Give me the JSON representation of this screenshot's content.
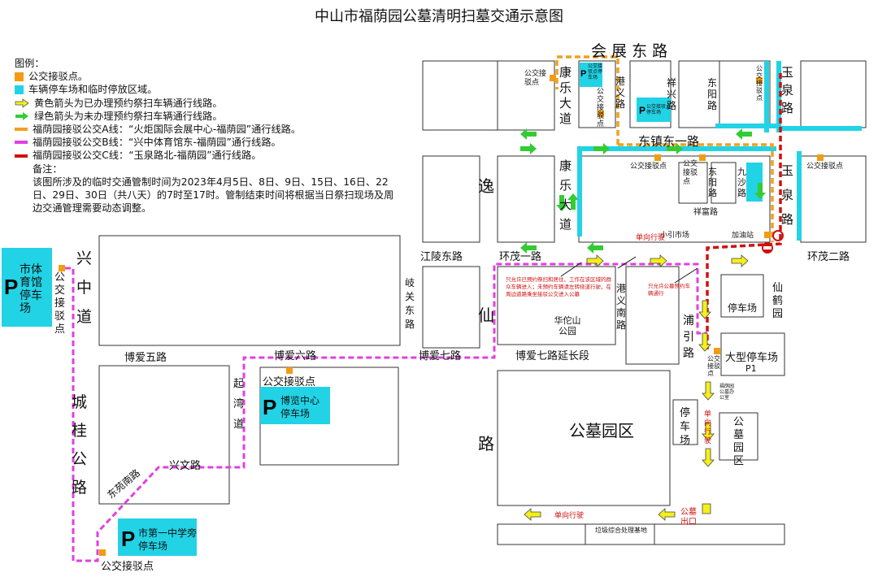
{
  "title": "中山市福荫园公墓清明扫墓交通示意图",
  "legend": {
    "heading": "图例：",
    "items": [
      {
        "text": "公交接驳点。",
        "color": "#f39c12",
        "kind": "square"
      },
      {
        "text": "车辆停车场和临时停放区域。",
        "color": "#22d3e6",
        "kind": "square"
      },
      {
        "text": "黄色箭头为已办理预约祭扫车辆通行线路。",
        "color": "#f5ef1a",
        "kind": "arrow"
      },
      {
        "text": "绿色箭头为未办理预约祭扫车辆通行线路。",
        "color": "#33cc33",
        "kind": "arrow"
      },
      {
        "text": "福荫园接驳公交A线：“火炬国际会展中心-福荫园”通行线路。",
        "color": "#f0a020",
        "kind": "dash"
      },
      {
        "text": "福荫园接驳公交B线：“兴中体育馆东-福荫园”通行线路。",
        "color": "#e040e0",
        "kind": "dash"
      },
      {
        "text": "福荫园接驳公交C线：“玉泉路北-福荫园”通行线路。",
        "color": "#d01010",
        "kind": "dash"
      }
    ],
    "note_heading": "备注：",
    "note": "该图所涉及的临时交通管制时间为2023年4月5日、8日、9日、15日、16日、22日、29日、30日（共八天）的7时至17时。管制结束时间将根据当日祭扫现场及周边交通管理需要动态调整。"
  },
  "roads": {
    "huizhan_dong": "会 展 东 路",
    "kangle_1": "康乐大道",
    "kangle_2": "康乐大道",
    "gangyi": "港义路",
    "xiangxing": "祥兴路",
    "dongyang_1": "东阳路",
    "dongyang_2": "东阳路",
    "jiusha": "九沙路",
    "yuquan_1": "玉泉路",
    "yuquan_2": "玉泉路",
    "dongzhen_dong1": "东镇东一路",
    "xiangfu": "祥富路",
    "yixian_1": "逸",
    "yixian_2": "仙",
    "yixian_3": "路",
    "jiangling_dong": "江陵东路",
    "huanmao_1": "环茂一路",
    "huanmao_2": "环茂二路",
    "qiguan_dong": "岐关东路",
    "xingzhong": "兴中道",
    "chenggui": "城桂公路",
    "boai5": "博爱五路",
    "boai6": "博爱六路",
    "boai7": "博爱七路",
    "boai7_ext": "博爱七路延长段",
    "qiwan": "起湾道",
    "xingwen": "兴文路",
    "dongyuan_nan": "东苑南路",
    "gangyi_nan": "港义南路",
    "puyin": "浦引路",
    "xianhe": "仙鹤园"
  },
  "places": {
    "bus_points": [
      "公交接驳点",
      "公交接驳点",
      "公交接驳点",
      "公交接驳点",
      "公交接驳点",
      "公交接驳点",
      "公交接驳点",
      "公交接驳点",
      "公交接驳点",
      "公交接驳点"
    ],
    "tiyuguan": "市体育馆停车场",
    "bolan": "博览中心停车场",
    "yizhong": "市第一中学旁停车场",
    "parking_small_1": "公交接驳点停车场",
    "parking_small_2": "公交接驳点停车场",
    "xiaoyin_market": "小引市场",
    "gas": "加油站",
    "huatuo": "华佗山公园",
    "cemetery_main": "公墓园区",
    "cemetery_small": "公墓园区",
    "parking_a": "停车场",
    "parking_big": "大型停车场",
    "parking_big_sub": "P1",
    "parking_side": "停车场",
    "office": "福荫园公墓办公室",
    "garbage": "垃圾综合处理基地",
    "exit": "公墓出口",
    "oneway_1": "单向行驶",
    "oneway_2": "单向行驶",
    "oneway_3": "单向行驶"
  },
  "notices": {
    "n1": "只允许已预约祭扫和居住、工作在该区域的群众车辆进入；未预约车辆请左转绕道行驶，在周边道路乘坐接驳公交进入公墓",
    "n2": "只允许公墓预约车辆通行"
  }
}
